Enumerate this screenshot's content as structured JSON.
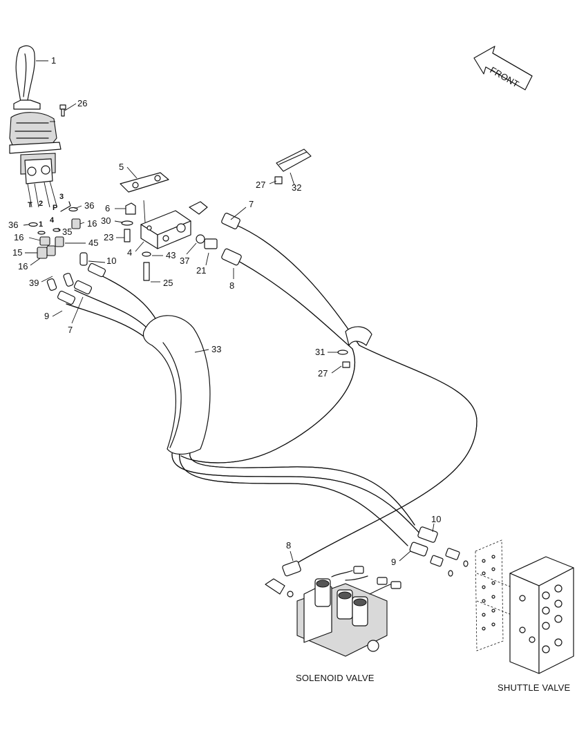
{
  "front_label": "FRONT",
  "captions": {
    "solenoid": "SOLENOID VALVE",
    "shuttle": "SHUTTLE VALVE"
  },
  "port_labels": [
    "T",
    "2",
    "P",
    "3",
    "1",
    "4"
  ],
  "callouts": [
    {
      "id": "1",
      "text": "1"
    },
    {
      "id": "26",
      "text": "26"
    },
    {
      "id": "5",
      "text": "5"
    },
    {
      "id": "27a",
      "text": "27"
    },
    {
      "id": "32",
      "text": "32"
    },
    {
      "id": "36a",
      "text": "36"
    },
    {
      "id": "6",
      "text": "6"
    },
    {
      "id": "7a",
      "text": "7"
    },
    {
      "id": "36b",
      "text": "36"
    },
    {
      "id": "30",
      "text": "30"
    },
    {
      "id": "16a",
      "text": "16"
    },
    {
      "id": "35",
      "text": "35"
    },
    {
      "id": "16b",
      "text": "16"
    },
    {
      "id": "23",
      "text": "23"
    },
    {
      "id": "45",
      "text": "45"
    },
    {
      "id": "15",
      "text": "15"
    },
    {
      "id": "4",
      "text": "4"
    },
    {
      "id": "43",
      "text": "43"
    },
    {
      "id": "37",
      "text": "37"
    },
    {
      "id": "21",
      "text": "21"
    },
    {
      "id": "16c",
      "text": "16"
    },
    {
      "id": "10a",
      "text": "10"
    },
    {
      "id": "25",
      "text": "25"
    },
    {
      "id": "8a",
      "text": "8"
    },
    {
      "id": "39",
      "text": "39"
    },
    {
      "id": "9a",
      "text": "9"
    },
    {
      "id": "7b",
      "text": "7"
    },
    {
      "id": "33",
      "text": "33"
    },
    {
      "id": "31",
      "text": "31"
    },
    {
      "id": "27b",
      "text": "27"
    },
    {
      "id": "10b",
      "text": "10"
    },
    {
      "id": "8b",
      "text": "8"
    },
    {
      "id": "9b",
      "text": "9"
    }
  ]
}
